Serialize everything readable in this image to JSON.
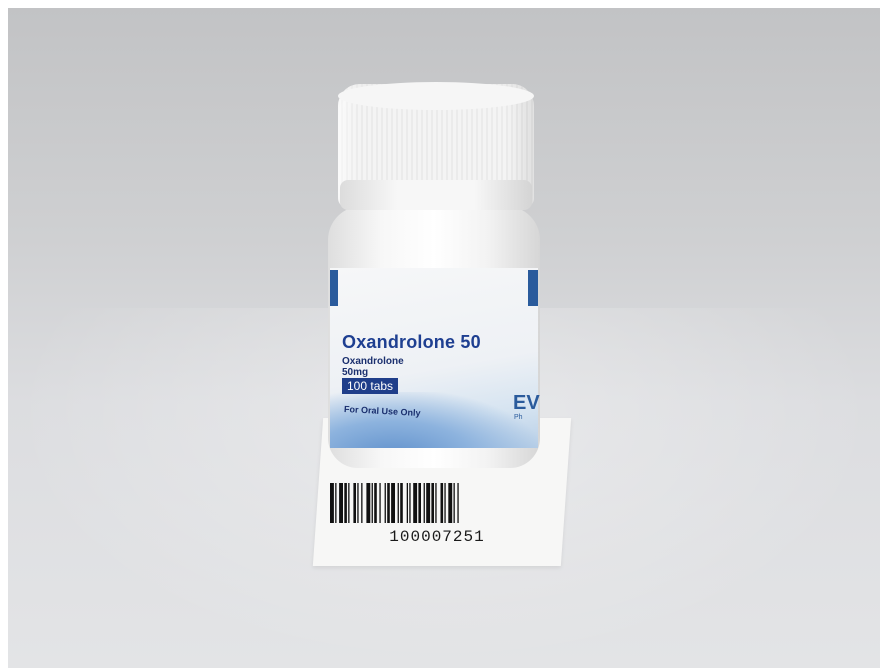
{
  "product": {
    "name": "Oxandrolone 50",
    "substance": "Oxandrolone",
    "dose": "50mg",
    "count": "100 tabs",
    "usage": "For Oral Use Only",
    "brand_fragment": "EV",
    "brand_sub_fragment": "Ph"
  },
  "barcode": {
    "number": "100007251"
  },
  "colors": {
    "label_blue": "#1e3f91",
    "accent_blue": "#2a5b9c",
    "background": "#d4d5d7"
  }
}
